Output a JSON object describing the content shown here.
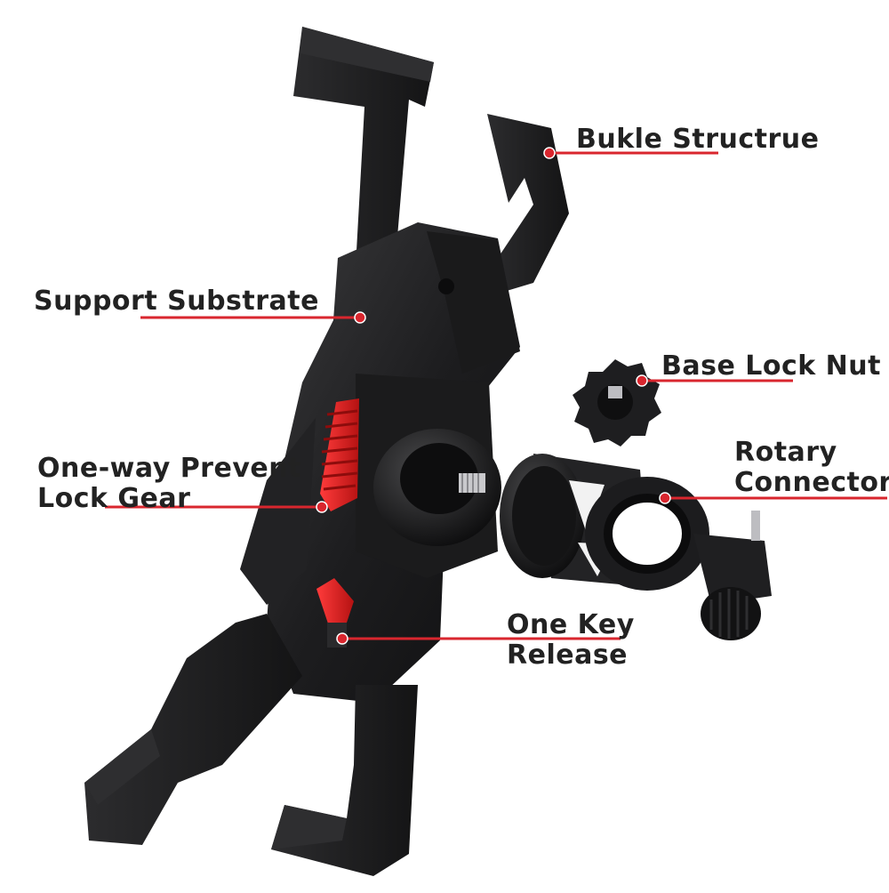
{
  "image": {
    "subject": "bicycle phone holder with handlebar clamp",
    "background_color": "#ffffff",
    "accent_color": "#d9262e",
    "body_color": "#1d1d1f"
  },
  "callouts": {
    "bukle": {
      "text": "Bukle Structrue"
    },
    "support": {
      "text": "Support Substrate"
    },
    "base_nut": {
      "text": "Base Lock Nut"
    },
    "rotary": {
      "line1": "Rotary",
      "line2": "Connector"
    },
    "gear": {
      "line1": "One-way Prevent",
      "line2": "Lock Gear"
    },
    "release": {
      "line1": "One Key",
      "line2": "Release"
    }
  },
  "icons": [
    "holder-body",
    "handlebar-clamp",
    "lock-nut",
    "red-gear",
    "red-release-button"
  ]
}
